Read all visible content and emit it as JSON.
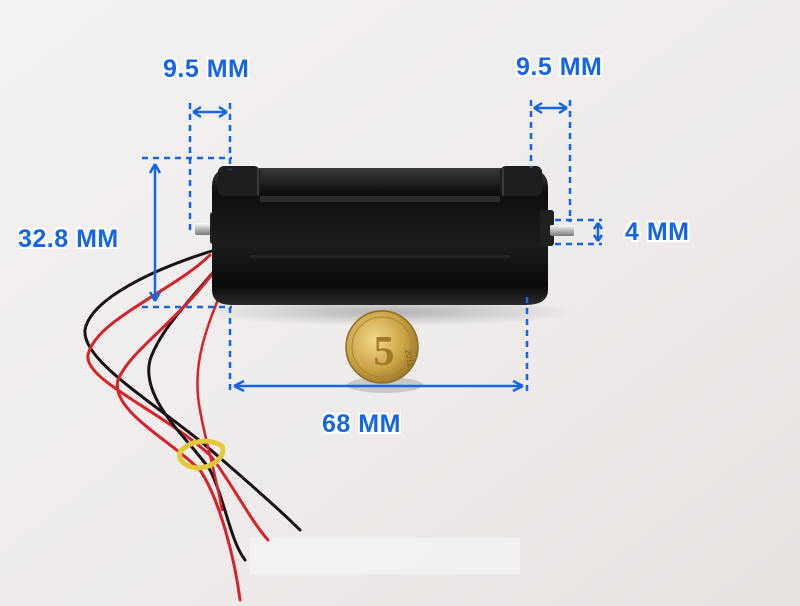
{
  "dimensions": {
    "shaft_left": "9.5 MM",
    "shaft_right": "9.5 MM",
    "body_diameter": "32.8 MM",
    "shaft_diameter": "4 MM",
    "body_length": "68 MM"
  },
  "coin": {
    "denomination": "5",
    "year": "2012"
  },
  "colors": {
    "annotation": "#1565e6",
    "motor_body": "#151515",
    "background": "#f1efee",
    "wire_red": "#d8222a",
    "wire_black": "#1a1212",
    "coin": "#c9a245"
  }
}
